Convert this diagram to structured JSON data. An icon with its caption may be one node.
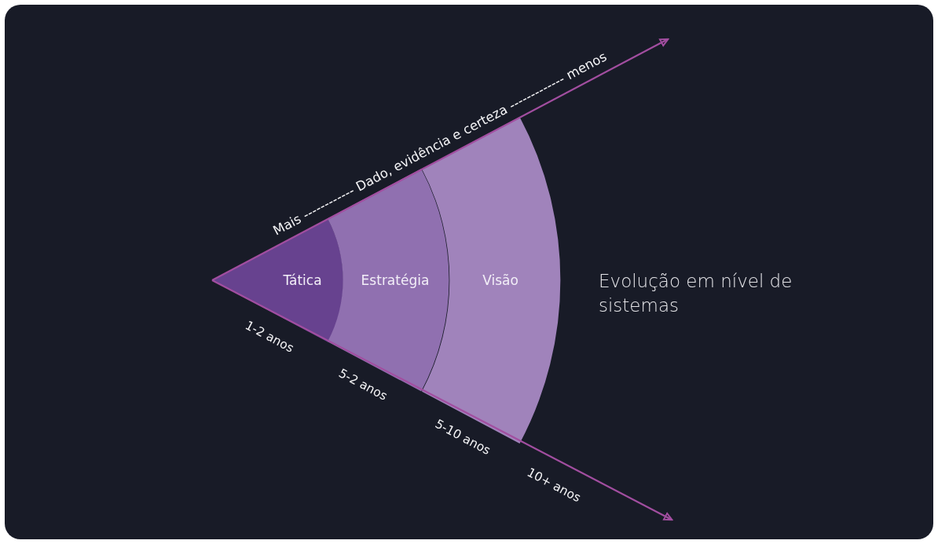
{
  "diagram": {
    "nodes": [
      {
        "text": [
          "Tática"
        ]
      },
      {
        "text": [
          "Estratégia"
        ]
      },
      {
        "text": [
          "Visão"
        ]
      }
    ],
    "labels": [
      "Mais ------------ Dado, evidência e certeza ------------- menos",
      "1-2 anos",
      "5-2 anos",
      "5-10 anos",
      "10+ anos",
      "Evolução em nível de sistemas"
    ]
  }
}
